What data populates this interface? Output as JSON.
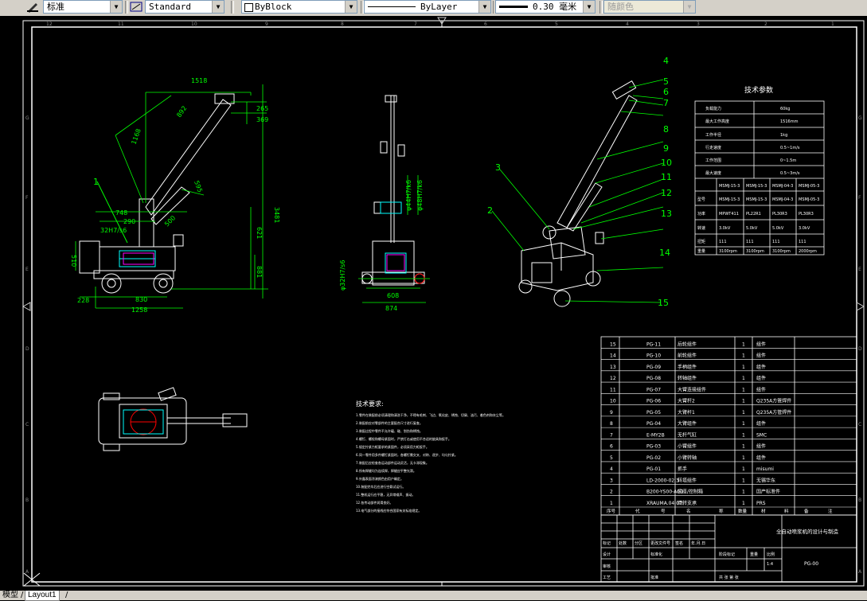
{
  "toolbar": {
    "textstyle": "标准",
    "dimstyle": "Standard",
    "layer_color": "ByBlock",
    "linetype": "ByLayer",
    "lineweight": "0.30 毫米",
    "plotstyle": "随颜色"
  },
  "tabs": {
    "model": "模型",
    "layout1": "Layout1"
  },
  "drawing": {
    "front_view": {
      "dims": [
        "1518",
        "265",
        "369",
        "3481",
        "892",
        "1168",
        "595",
        "621",
        "881",
        "510",
        "748",
        "290",
        "830",
        "1258",
        "228",
        "500",
        "32H7/s6"
      ],
      "balloon": "1"
    },
    "side_view": {
      "dims": [
        "φ32H7/s6",
        "φ44H7/k6",
        "φ48H7/k6",
        "608",
        "874"
      ]
    },
    "iso_view": {
      "balloons": [
        "4",
        "5",
        "6",
        "7",
        "8",
        "9",
        "10",
        "11",
        "12",
        "13",
        "14",
        "15",
        "3",
        "2"
      ]
    },
    "tech_params": {
      "title": "技术参数",
      "rows": [
        [
          "负载能力",
          "60kg"
        ],
        [
          "最大工作高度",
          "1516mm"
        ],
        [
          "工作半径",
          "1kg"
        ],
        [
          "行走速度",
          "0.5~1m/s"
        ],
        [
          "工作范围",
          "0~1.5m"
        ],
        [
          "最大速度",
          "0.5~3m/s"
        ]
      ],
      "motor_header": [
        "",
        "MSMJ-15-3",
        "MSMJ-15-3",
        "MSMJ-04-3",
        "MSMJ-05-3"
      ],
      "motor_rows": [
        [
          "型号",
          "MSMJ-15-3",
          "MSMJ-15-3",
          "MSMJ-04-3",
          "MSMJ-05-3"
        ],
        [
          "功率",
          "MPWT411",
          "PL22R1",
          "PL30R3",
          "PL30R3"
        ],
        [
          "转速",
          "3.0kV",
          "5.0kV",
          "5.0kV",
          "3.0kV"
        ],
        [
          "扭矩",
          "111",
          "111",
          "111",
          "111"
        ],
        [
          "重量",
          "3100rpm",
          "3100rpm",
          "3100rpm",
          "2000rpm"
        ]
      ]
    },
    "tech_requirements": {
      "title": "技术要求:",
      "lines": [
        "1.零件在装配前必须清理和清洗干净，不得有毛刺、飞边、氧化皮、锈蚀、切屑、油污、着色剂和灰尘等。",
        "2.装配前应对零部件的主要配合尺寸进行复查。",
        "3.装配过程中零件不允许磕、碰、划伤和锈蚀。",
        "4.螺钉、螺栓和螺母紧固时，严禁打击或使用不合适的旋具和扳手。",
        "5.规定拧紧力矩要求的紧固件，必须采用力矩扳手。",
        "6.同一零件用多件螺钉紧固时，各螺钉需交叉、对称、逐步、均匀拧紧。",
        "7.装配后应检查各运动部件运动灵活，无卡滞现象。",
        "8.所有焊缝均为连续焊，焊缝应平整光滑。",
        "9.外露表面涂漆颜色由用户确定。",
        "10.装配完毕后应进行空载试运行。",
        "11.整机运行应平稳，无异常噪声、振动。",
        "12.各传动部件润滑良好。",
        "13.电气部分的接线应符合国家有关标准规定。"
      ]
    },
    "bom": [
      [
        "15",
        "PG-11",
        "后轮组件",
        "1",
        "组件"
      ],
      [
        "14",
        "PG-10",
        "前轮组件",
        "1",
        "组件"
      ],
      [
        "13",
        "PG-09",
        "手柄组件",
        "1",
        "组件"
      ],
      [
        "12",
        "PG-08",
        "转轴组件",
        "1",
        "组件"
      ],
      [
        "11",
        "PG-07",
        "大臂连接组件",
        "1",
        "组件"
      ],
      [
        "10",
        "PG-06",
        "大臂杆2",
        "1",
        "Q235A方管焊件"
      ],
      [
        "9",
        "PG-05",
        "大臂杆1",
        "1",
        "Q235A方管焊件"
      ],
      [
        "8",
        "PG-04",
        "大臂组件",
        "1",
        "组件"
      ],
      [
        "7",
        "E-MY2B",
        "无杆气缸",
        "1",
        "SMC"
      ],
      [
        "6",
        "PG-03",
        "小臂组件",
        "1",
        "组件"
      ],
      [
        "5",
        "PG-02",
        "小臂转轴",
        "1",
        "组件"
      ],
      [
        "4",
        "PG-01",
        "抓手",
        "1",
        "misumi"
      ],
      [
        "3",
        "LD-2000-02.3",
        "转塔组件",
        "1",
        "无锡华东"
      ],
      [
        "2",
        "B200-YS00-A00",
        "底座/控制箱",
        "1",
        "国产标准件"
      ],
      [
        "1",
        "XRAUMA.04.07",
        "回转支承",
        "1",
        "PRS"
      ]
    ],
    "bom_header": [
      "序号",
      "代",
      "号",
      "名",
      "称",
      "数量",
      "材",
      "料",
      "备",
      "注"
    ],
    "title_block": {
      "title": "全自动喷浆机的设计与制造",
      "drawing_no": "PG-00",
      "scale": "1:4",
      "labels": [
        "标记",
        "处数",
        "分区",
        "更改文件号",
        "签名",
        "年.月.日",
        "设计",
        "标准化",
        "阶段标记",
        "重量",
        "比例",
        "审核",
        "工艺",
        "批准",
        "共 张 第 张"
      ]
    }
  }
}
